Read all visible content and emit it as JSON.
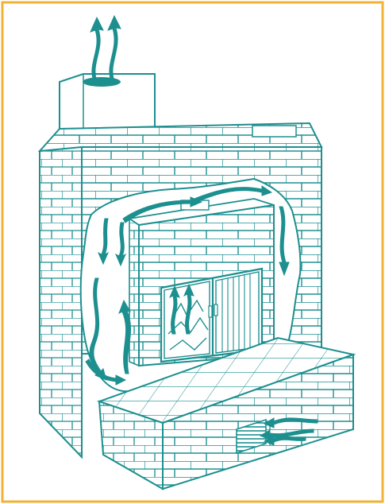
{
  "illustration": {
    "subject": "masonry heater",
    "colors": {
      "frame": "#f2b233",
      "line": "#1d8f8f",
      "arrow": "#1d8f8f",
      "background": "#ffffff"
    },
    "icons": [
      "chimney",
      "brick-wall",
      "firebox-door",
      "heat-flow-arrow",
      "air-intake-grate"
    ]
  }
}
